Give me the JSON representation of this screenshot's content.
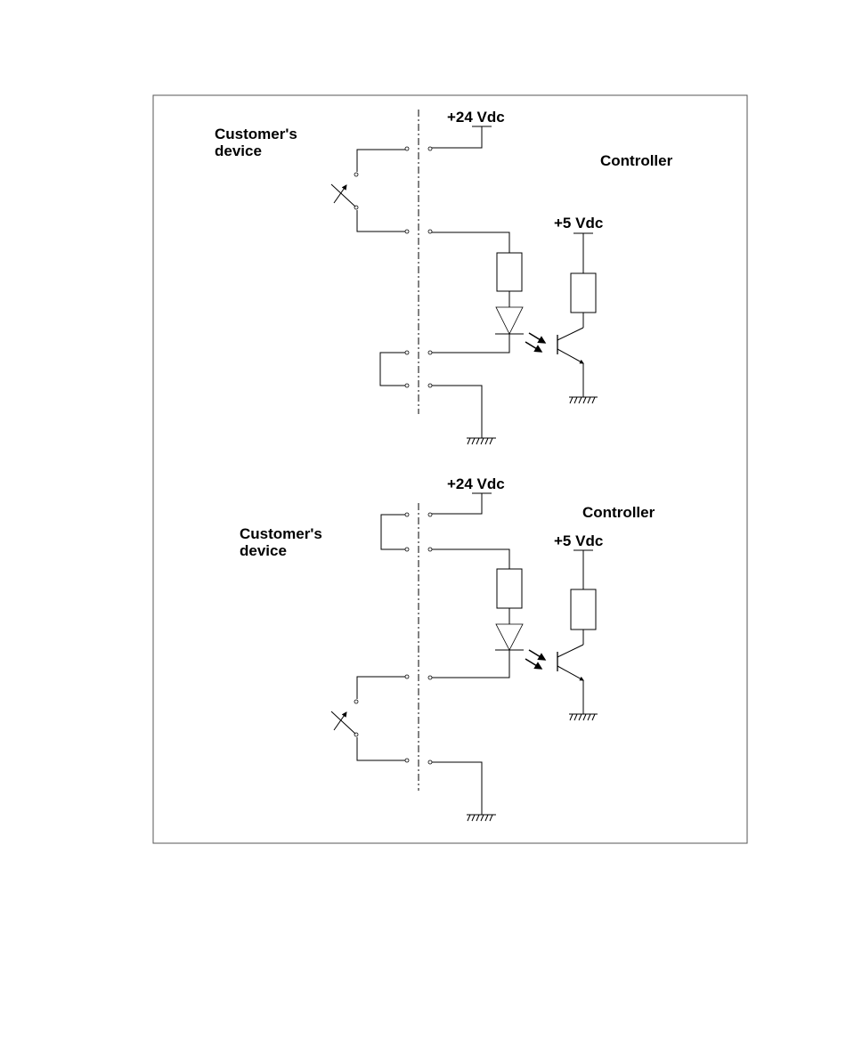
{
  "colors": {
    "line": "#000000",
    "background": "#ffffff"
  },
  "top_circuit": {
    "supply_24_label": "+24 Vdc",
    "supply_5_label": "+5 Vdc",
    "customer_label_line1": "Customer's",
    "customer_label_line2": "device",
    "controller_label": "Controller"
  },
  "bottom_circuit": {
    "supply_24_label": "+24 Vdc",
    "supply_5_label": "+5 Vdc",
    "customer_label_line1": "Customer's",
    "customer_label_line2": "device",
    "controller_label": "Controller"
  }
}
